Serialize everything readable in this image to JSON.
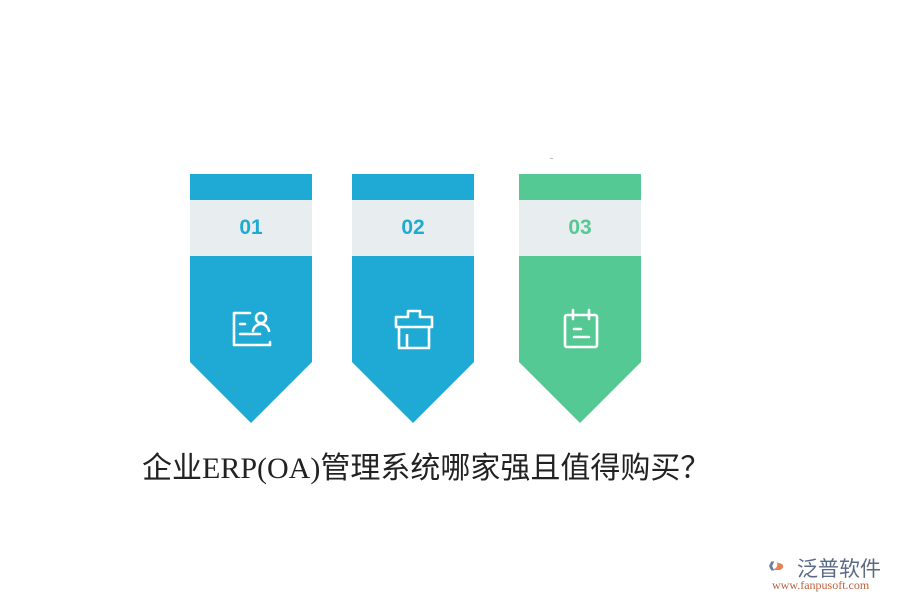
{
  "colors": {
    "blue": "#1eaad4",
    "green": "#55c993",
    "band": "#e8eeef",
    "white": "#ffffff"
  },
  "cards": [
    {
      "number": "01",
      "icon": "contact-card-icon",
      "color": "#1eaad4"
    },
    {
      "number": "02",
      "icon": "store-box-icon",
      "color": "#1eaad4"
    },
    {
      "number": "03",
      "icon": "calendar-note-icon",
      "color": "#55c993"
    }
  ],
  "title": "企业ERP(OA)管理系统哪家强且值得购买？",
  "watermark": {
    "brand": "泛普软件",
    "url": "www.fanpusoft.com"
  }
}
